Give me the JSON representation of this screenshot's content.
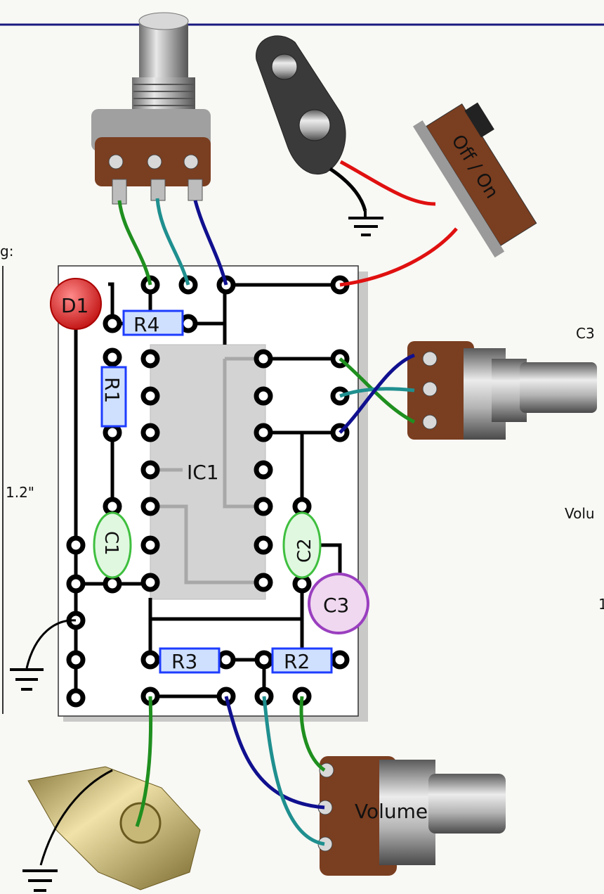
{
  "diagram": {
    "labels": {
      "left_heading_fragment": "g:",
      "left_dim_fragment": "1.2\"",
      "right_c3": "C3",
      "right_volu": "Volu",
      "right_1": "1"
    },
    "components": {
      "d1": "D1",
      "r4": "R4",
      "r1": "R1",
      "ic1": "IC1",
      "c1": "C1",
      "c2": "C2",
      "c3": "C3",
      "r3": "R3",
      "r2": "R2"
    },
    "switch_label": "Off / On",
    "volume_label": "Volume"
  },
  "colors": {
    "header_rule": "#1a1a80",
    "board": "#ffffff",
    "trace": "#000000",
    "ic_body": "#d3d3d3",
    "resistor_fill": "#cfe0ff",
    "resistor_stroke": "#1e3cff",
    "cap_fill": "#e0f8e0",
    "cap_stroke": "#3fbf3f",
    "c3_fill": "#f0d8f0",
    "c3_stroke": "#9a3fbf",
    "d1_fill": "#e02020",
    "wire_green": "#1f8f1f",
    "wire_teal": "#1f8f8f",
    "wire_blue": "#10108f",
    "wire_red": "#e01010",
    "wire_black": "#000000",
    "pot_brown": "#7a3e20",
    "metal": "#b8b8b8"
  },
  "icons": [
    "ground-icon",
    "potentiometer",
    "battery-snap",
    "slide-switch",
    "audio-jack"
  ]
}
